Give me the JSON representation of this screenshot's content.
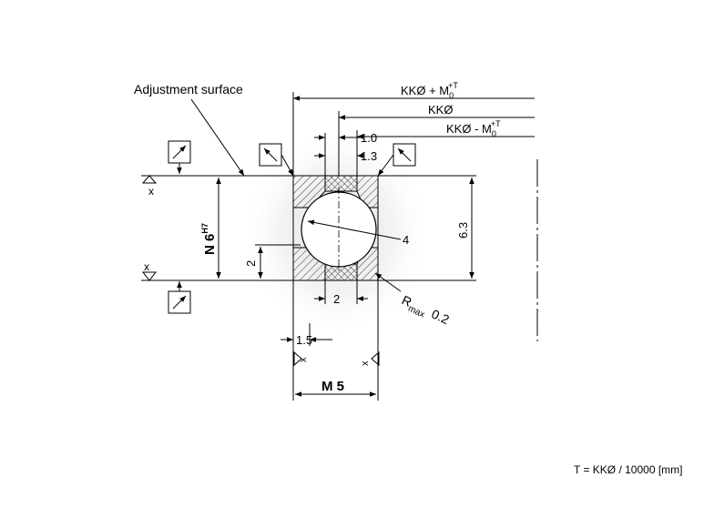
{
  "labels": {
    "adjustment_surface": "Adjustment surface",
    "kko_plus": "KKØ + M",
    "kko_plus_sub": "0",
    "kko_plus_sup": "+T",
    "kko": "KKØ",
    "kko_minus": "KKØ - M",
    "kko_minus_sub": "0",
    "kko_minus_sup": "+T",
    "dim_1_0": "1.0",
    "dim_1_3": "1.3",
    "dim_6_3": "6.3",
    "dim_4": "4",
    "dim_2_left": "2",
    "dim_2_bottom": "2",
    "dim_1_5": "1.5",
    "bore_n6": "N 6",
    "bore_h7": "H7",
    "thread_m5": "M 5",
    "rmax_R": "R",
    "rmax_sub": "max",
    "rmax_val": "0.2",
    "datum_x_top": "x",
    "datum_x_mid": "x",
    "datum_x_bl": "x",
    "datum_x_br": "x",
    "footnote": "T = KKØ / 10000 [mm]"
  },
  "colors": {
    "line": "#000000",
    "shade": "#e6e6e6"
  }
}
